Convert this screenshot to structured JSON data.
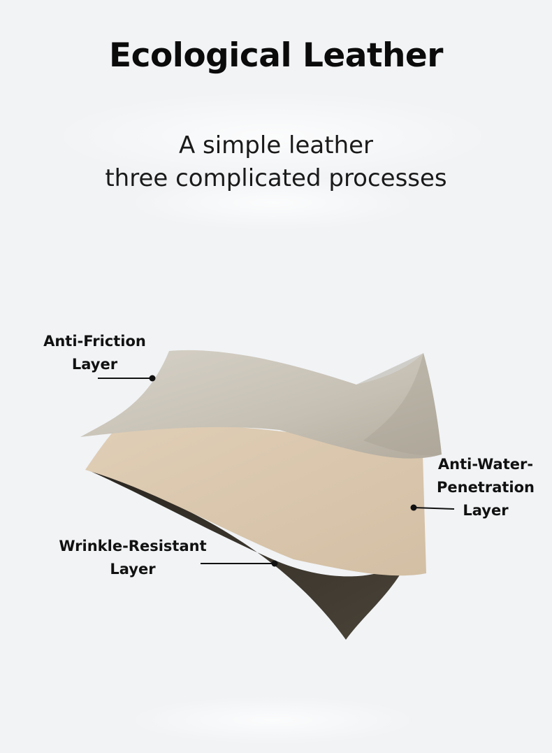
{
  "title": "Ecological Leather",
  "subtitle": {
    "line1": "A simple leather",
    "line2": "three complicated processes"
  },
  "layers": {
    "anti_friction": {
      "line1": "Anti-Friction",
      "line2": "Layer"
    },
    "anti_water": {
      "line1": "Anti-Water-",
      "line2": "Penetration",
      "line3": "Layer"
    },
    "wrinkle_resistant": {
      "line1": "Wrinkle-Resistant",
      "line2": "Layer"
    }
  },
  "colors": {
    "background": "#f1f3f5",
    "top_layer": "#c9c3b7",
    "middle_layer": "#d9c6ae",
    "bottom_layer": "#3b352c"
  }
}
